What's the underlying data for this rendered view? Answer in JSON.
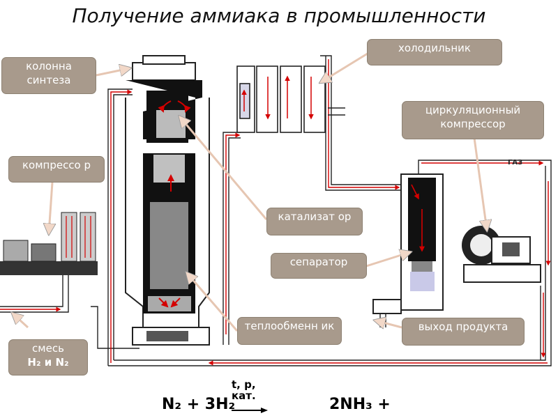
{
  "title": "Получение аммиака в промышленности",
  "labels": {
    "column": "колонна синтеза",
    "compressor": "компрессо р",
    "mixture_prefix": "смесь",
    "mixture_formula": "H₂ и N₂",
    "cooler": "холодильник",
    "circ_compressor": "циркуляционный компрессор",
    "catalyst": "катализат ор",
    "separator": "сепаратор",
    "heat_exchanger": "теплообменн ик",
    "product_outlet": "выход продукта",
    "gas": "ГАЗ"
  },
  "equation": {
    "left": "N₂ + 3H₂",
    "conditions": "t, p, кат.",
    "right": "2NH₃ +"
  },
  "colors": {
    "label_bg": "#a89a8c",
    "flow_arrow": "#d40000",
    "steel": "#1a1a1a"
  }
}
